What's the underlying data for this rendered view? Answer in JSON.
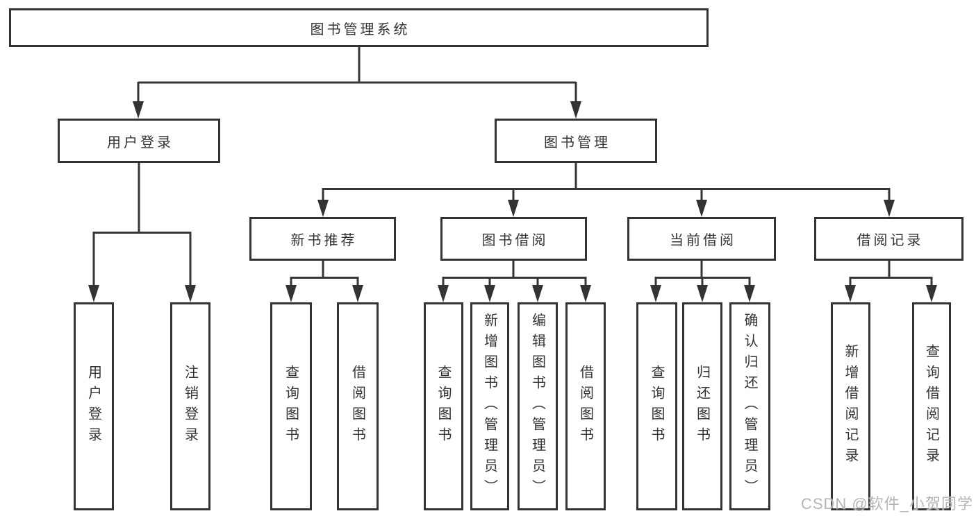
{
  "watermark": "CSDN @软件_小贺同学",
  "colors": {
    "line": "#363636",
    "border": "#333333",
    "text": "#333333",
    "watermark": "#b5b5b5",
    "background": "#ffffff"
  },
  "tree": {
    "root": {
      "label": "图书管理系统",
      "children": [
        {
          "label": "用户登录",
          "children": [
            {
              "label": "用户登录"
            },
            {
              "label": "注销登录"
            }
          ]
        },
        {
          "label": "图书管理",
          "children": [
            {
              "label": "新书推荐",
              "children": [
                {
                  "label": "查询图书"
                },
                {
                  "label": "借阅图书"
                }
              ]
            },
            {
              "label": "图书借阅",
              "children": [
                {
                  "label": "查询图书"
                },
                {
                  "label": "新增图书（管理员）"
                },
                {
                  "label": "编辑图书（管理员）"
                },
                {
                  "label": "借阅图书"
                }
              ]
            },
            {
              "label": "当前借阅",
              "children": [
                {
                  "label": "查询图书"
                },
                {
                  "label": "归还图书"
                },
                {
                  "label": "确认归还（管理员）"
                }
              ]
            },
            {
              "label": "借阅记录",
              "children": [
                {
                  "label": "新增借阅记录"
                },
                {
                  "label": "查询借阅记录"
                }
              ]
            }
          ]
        }
      ]
    }
  }
}
